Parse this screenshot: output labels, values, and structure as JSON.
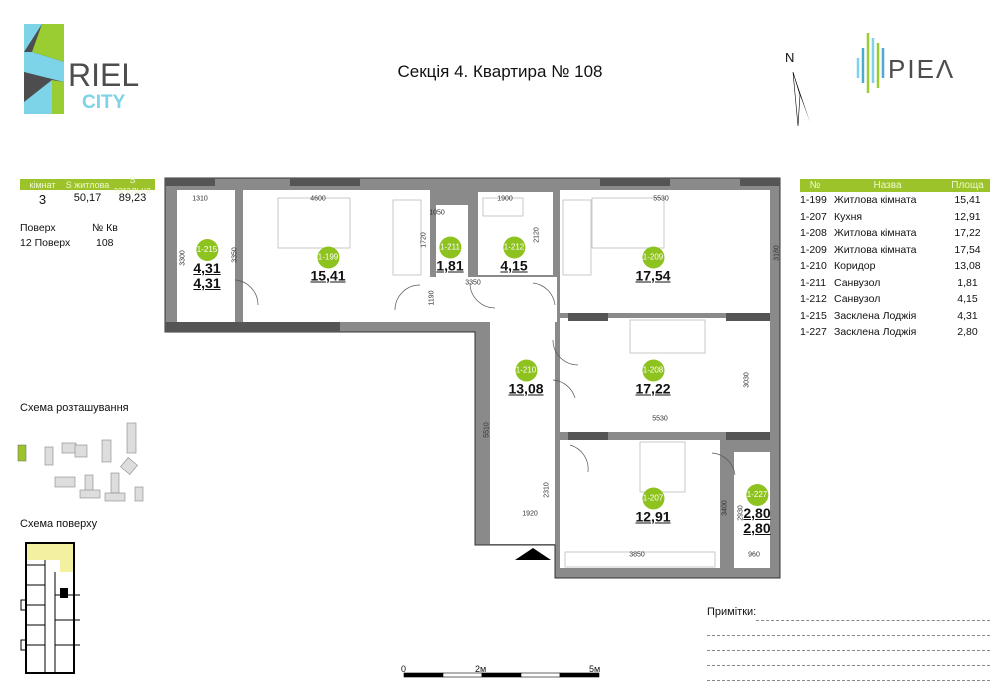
{
  "title": "Секція 4. Квартира № 108",
  "logos": {
    "left": "RIEL CITY",
    "left_word1": "RIEL",
    "left_word2": "CITY",
    "right": "PIEΛ"
  },
  "compass": {
    "label": "N"
  },
  "summary": {
    "headers": [
      "кімнат",
      "S житлова",
      "S загальна"
    ],
    "values": [
      "3",
      "50,17",
      "89,23"
    ],
    "floor_label": "Поверх",
    "floor_value": "12 Поверх",
    "apt_label": "№ Кв",
    "apt_value": "108"
  },
  "rooms_table": {
    "headers": [
      "№",
      "Назва",
      "Площа"
    ],
    "rows": [
      {
        "no": "1-199",
        "name": "Житлова кімната",
        "area": "15,41"
      },
      {
        "no": "1-207",
        "name": "Кухня",
        "area": "12,91"
      },
      {
        "no": "1-208",
        "name": "Житлова кімната",
        "area": "17,22"
      },
      {
        "no": "1-209",
        "name": "Житлова кімната",
        "area": "17,54"
      },
      {
        "no": "1-210",
        "name": "Коридор",
        "area": "13,08"
      },
      {
        "no": "1-211",
        "name": "Санвузол",
        "area": "1,81"
      },
      {
        "no": "1-212",
        "name": "Санвузол",
        "area": "4,15"
      },
      {
        "no": "1-215",
        "name": "Засклена Лоджія",
        "area": "4,31"
      },
      {
        "no": "1-227",
        "name": "Засклена Лоджія",
        "area": "2,80"
      }
    ]
  },
  "plan_rooms": [
    {
      "id": "1-215",
      "area": "4,31",
      "area2": "4,31"
    },
    {
      "id": "1-199",
      "area": "15,41"
    },
    {
      "id": "1-211",
      "area": "1,81"
    },
    {
      "id": "1-212",
      "area": "4,15"
    },
    {
      "id": "1-209",
      "area": "17,54"
    },
    {
      "id": "1-210",
      "area": "13,08"
    },
    {
      "id": "1-208",
      "area": "17,22"
    },
    {
      "id": "1-207",
      "area": "12,91"
    },
    {
      "id": "1-227",
      "area": "2,80",
      "area2": "2,80"
    }
  ],
  "dimensions": [
    "1310",
    "4600",
    "1050",
    "1900",
    "5530",
    "3300",
    "3350",
    "1720",
    "2120",
    "3180",
    "3350",
    "1190",
    "5510",
    "3030",
    "5530",
    "2310",
    "1920",
    "3400",
    "2930",
    "3850",
    "960"
  ],
  "scheme_location_label": "Схема розташування",
  "scheme_floor_label": "Схема поверху",
  "scale": {
    "labels": [
      "0",
      "2м",
      "5м"
    ]
  },
  "notes_label": "Примітки:",
  "colors": {
    "accent_green": "#8dc21f",
    "table_header": "#9cc42a",
    "wall": "#8a8a8a",
    "highlight": "#f3f0a0"
  }
}
